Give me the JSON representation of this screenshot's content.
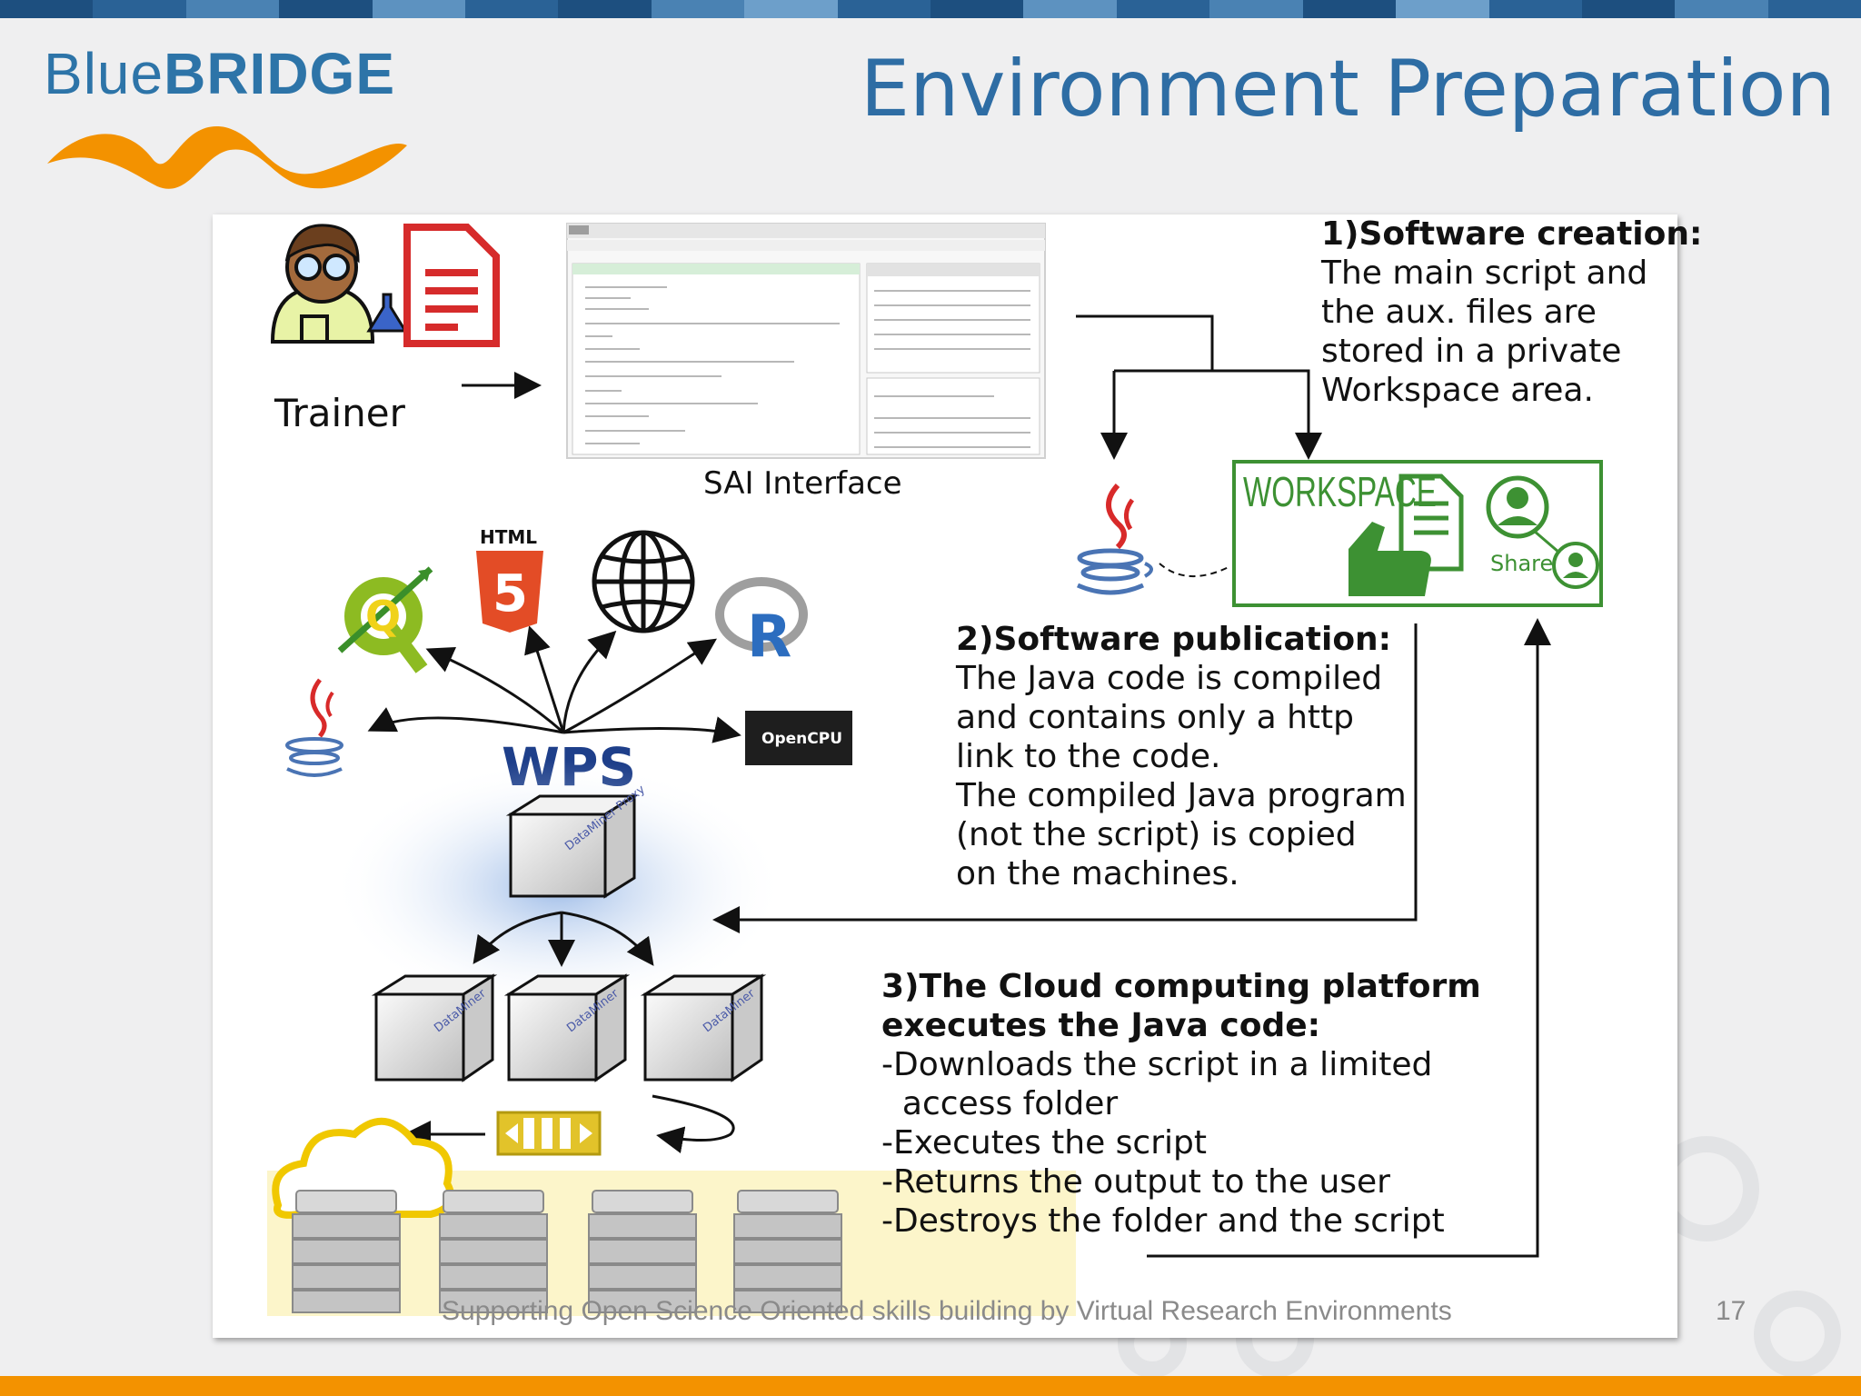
{
  "header": {
    "logo_light": "Blue",
    "logo_bold": "BRIDGE",
    "title": "Environment Preparation"
  },
  "colors": {
    "brand_blue": "#2e6da4",
    "accent_orange": "#f39200",
    "workspace_green": "#3d9133",
    "java_red": "#d82a2a",
    "html5_orange": "#e34c26"
  },
  "diagram": {
    "trainer_label": "Trainer",
    "sai_label": "SAI Interface",
    "workspace_label": "WORKSPACE",
    "share_label": "Share",
    "wps_label": "WPS",
    "html_label": "HTML",
    "html5_glyph": "5",
    "opencpu_label": "OpenCPU",
    "r_label": "R",
    "q_label": "Q",
    "proxy_label": "DataMiner Proxy",
    "worker_label": "DataMiner",
    "step1": {
      "heading": "1)Software creation:",
      "lines": [
        "The main script and",
        "the aux. files are",
        "stored in a private",
        "Workspace area."
      ]
    },
    "step2": {
      "heading": "2)Software publication:",
      "lines": [
        "The Java code is compiled",
        "and contains only a http",
        "link to the code.",
        "The compiled Java program",
        "(not the script)  is copied",
        "on the machines."
      ]
    },
    "step3": {
      "heading_lines": [
        "3)The Cloud computing platform",
        "executes the Java code:"
      ],
      "lines": [
        "-Downloads the script in a limited",
        "  access folder",
        "-Executes the script",
        "-Returns the output to the user",
        "-Destroys the folder and the script"
      ]
    }
  },
  "footer": {
    "text": "Supporting Open Science Oriented skills building  by Virtual Research Environments",
    "page": "17"
  }
}
